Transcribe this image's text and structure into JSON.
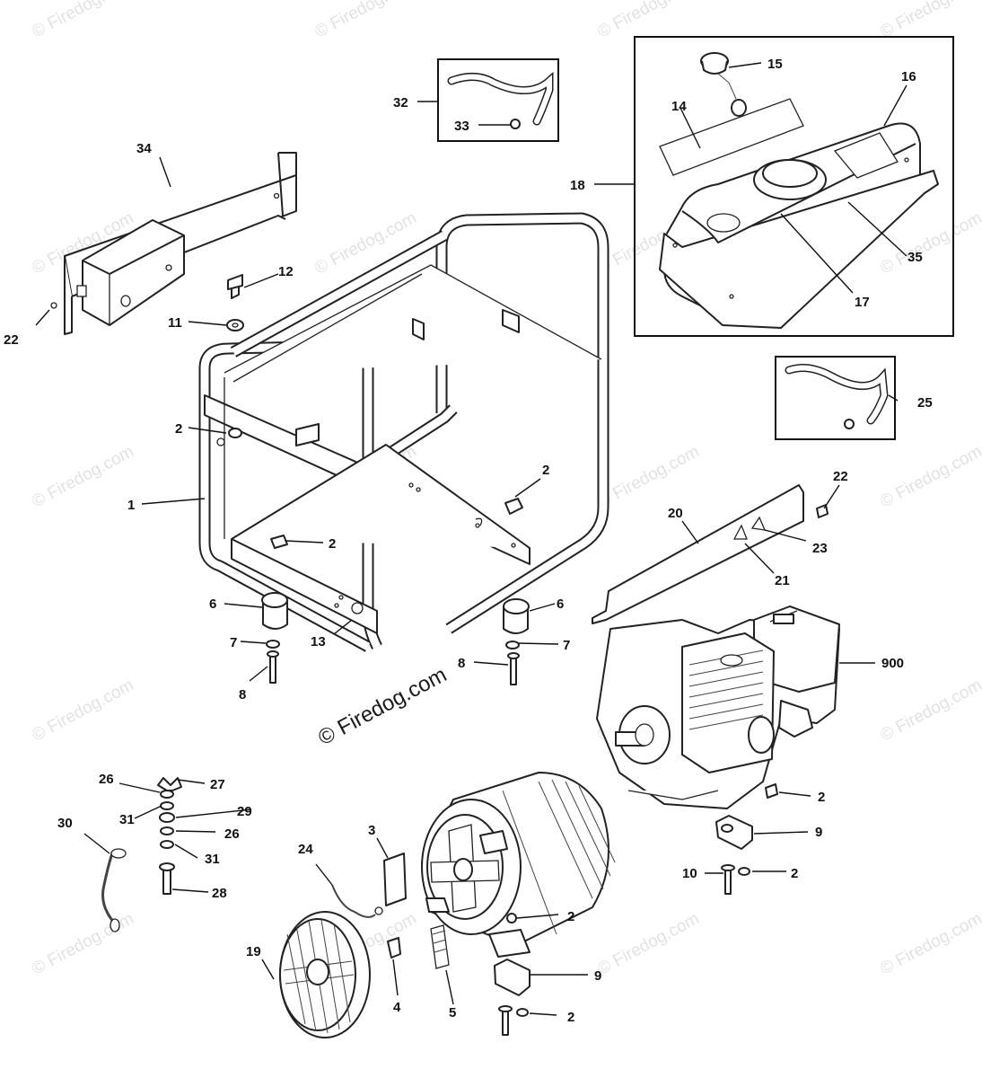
{
  "watermark": "© Firedog.com",
  "copyright": "© Firedog.com",
  "callouts": {
    "c1": "1",
    "c2a": "2",
    "c2b": "2",
    "c2c": "2",
    "c2d": "2",
    "c2e": "2",
    "c2f": "2",
    "c2g": "2",
    "c3": "3",
    "c4": "4",
    "c5": "5",
    "c6a": "6",
    "c6b": "6",
    "c7a": "7",
    "c7b": "7",
    "c8a": "8",
    "c8b": "8",
    "c9a": "9",
    "c9b": "9",
    "c10": "10",
    "c11": "11",
    "c12": "12",
    "c13": "13",
    "c14": "14",
    "c15": "15",
    "c16": "16",
    "c17": "17",
    "c18": "18",
    "c19": "19",
    "c20": "20",
    "c21": "21",
    "c22a": "22",
    "c22b": "22",
    "c23": "23",
    "c24": "24",
    "c25": "25",
    "c26a": "26",
    "c26b": "26",
    "c27": "27",
    "c28": "28",
    "c29": "29",
    "c30": "30",
    "c31a": "31",
    "c31b": "31",
    "c32": "32",
    "c33": "33",
    "c34": "34",
    "c35": "35",
    "c900": "900"
  }
}
